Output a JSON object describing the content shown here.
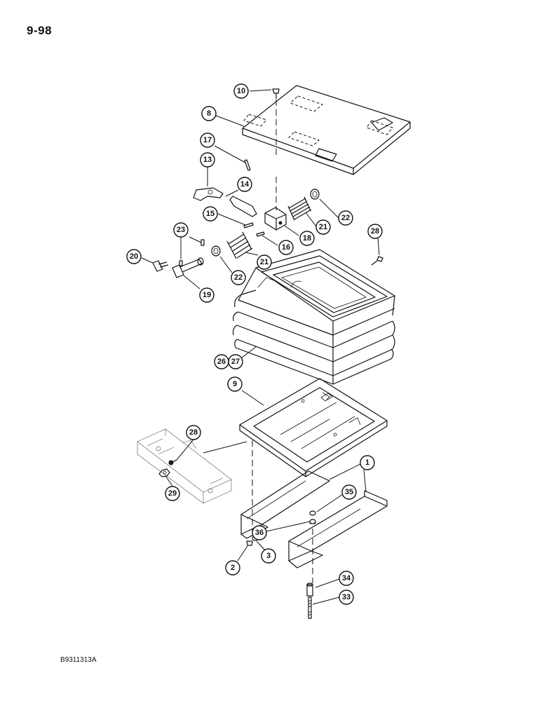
{
  "page_number": "9-98",
  "figure_code": "B9311313A",
  "callouts": [
    {
      "id": "c10",
      "label": "10"
    },
    {
      "id": "c8",
      "label": "8"
    },
    {
      "id": "c17",
      "label": "17"
    },
    {
      "id": "c13",
      "label": "13"
    },
    {
      "id": "c14",
      "label": "14"
    },
    {
      "id": "c22a",
      "label": "22"
    },
    {
      "id": "c15",
      "label": "15"
    },
    {
      "id": "c21a",
      "label": "21"
    },
    {
      "id": "c28a",
      "label": "28"
    },
    {
      "id": "c23",
      "label": "23"
    },
    {
      "id": "c18",
      "label": "18"
    },
    {
      "id": "c16",
      "label": "16"
    },
    {
      "id": "c20",
      "label": "20"
    },
    {
      "id": "c21b",
      "label": "21"
    },
    {
      "id": "c22b",
      "label": "22"
    },
    {
      "id": "c19",
      "label": "19"
    },
    {
      "id": "c26",
      "label": "26"
    },
    {
      "id": "c27",
      "label": "27"
    },
    {
      "id": "c9",
      "label": "9"
    },
    {
      "id": "c28b",
      "label": "28"
    },
    {
      "id": "c1",
      "label": "1"
    },
    {
      "id": "c35",
      "label": "35"
    },
    {
      "id": "c29",
      "label": "29"
    },
    {
      "id": "c36",
      "label": "36"
    },
    {
      "id": "c2",
      "label": "2"
    },
    {
      "id": "c3",
      "label": "3"
    },
    {
      "id": "c34",
      "label": "34"
    },
    {
      "id": "c33",
      "label": "33"
    }
  ]
}
